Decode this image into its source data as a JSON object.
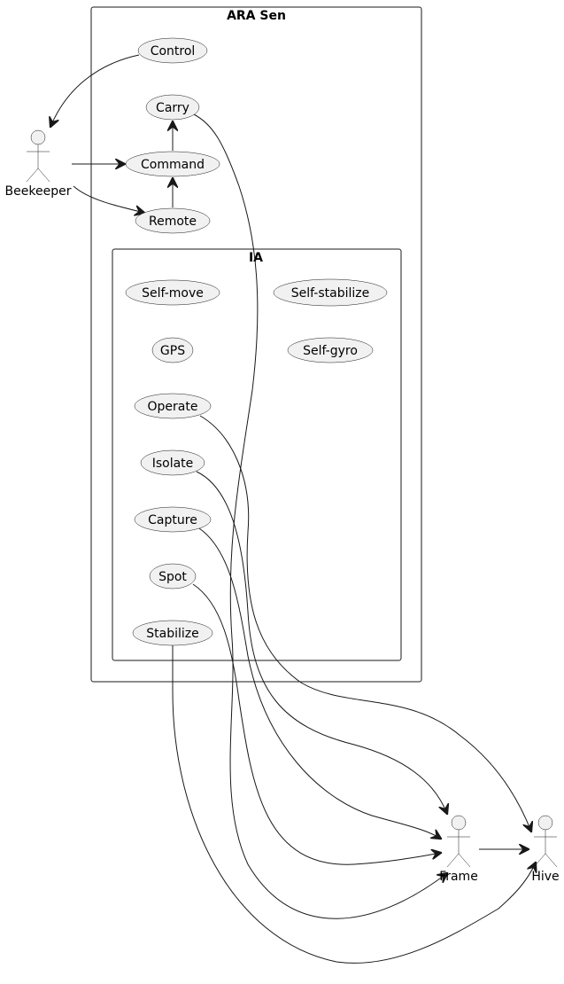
{
  "diagram": {
    "type": "use-case",
    "packages": [
      {
        "id": "ara",
        "title": "ARA Sen"
      },
      {
        "id": "ia",
        "title": "IA"
      }
    ],
    "actors": [
      {
        "id": "beekeeper",
        "label": "Beekeeper"
      },
      {
        "id": "frame",
        "label": "Frame"
      },
      {
        "id": "hive",
        "label": "Hive"
      }
    ],
    "use_cases": [
      {
        "id": "control",
        "label": "Control",
        "package": "ara"
      },
      {
        "id": "carry",
        "label": "Carry",
        "package": "ara"
      },
      {
        "id": "command",
        "label": "Command",
        "package": "ara"
      },
      {
        "id": "remote",
        "label": "Remote",
        "package": "ara"
      },
      {
        "id": "selfmove",
        "label": "Self-move",
        "package": "ia"
      },
      {
        "id": "gps",
        "label": "GPS",
        "package": "ia"
      },
      {
        "id": "operate",
        "label": "Operate",
        "package": "ia"
      },
      {
        "id": "isolate",
        "label": "Isolate",
        "package": "ia"
      },
      {
        "id": "capture",
        "label": "Capture",
        "package": "ia"
      },
      {
        "id": "spot",
        "label": "Spot",
        "package": "ia"
      },
      {
        "id": "stabilize",
        "label": "Stabilize",
        "package": "ia"
      },
      {
        "id": "selfstabilize",
        "label": "Self-stabilize",
        "package": "ia"
      },
      {
        "id": "selfgyro",
        "label": "Self-gyro",
        "package": "ia"
      }
    ],
    "relations": [
      {
        "from": "control",
        "to": "beekeeper"
      },
      {
        "from": "beekeeper",
        "to": "command"
      },
      {
        "from": "beekeeper",
        "to": "remote"
      },
      {
        "from": "command",
        "to": "carry"
      },
      {
        "from": "remote",
        "to": "command"
      },
      {
        "from": "carry",
        "to": "frame"
      },
      {
        "from": "operate",
        "to": "hive"
      },
      {
        "from": "isolate",
        "to": "frame"
      },
      {
        "from": "capture",
        "to": "frame"
      },
      {
        "from": "spot",
        "to": "frame"
      },
      {
        "from": "stabilize",
        "to": "hive"
      },
      {
        "from": "frame",
        "to": "hive"
      }
    ]
  }
}
